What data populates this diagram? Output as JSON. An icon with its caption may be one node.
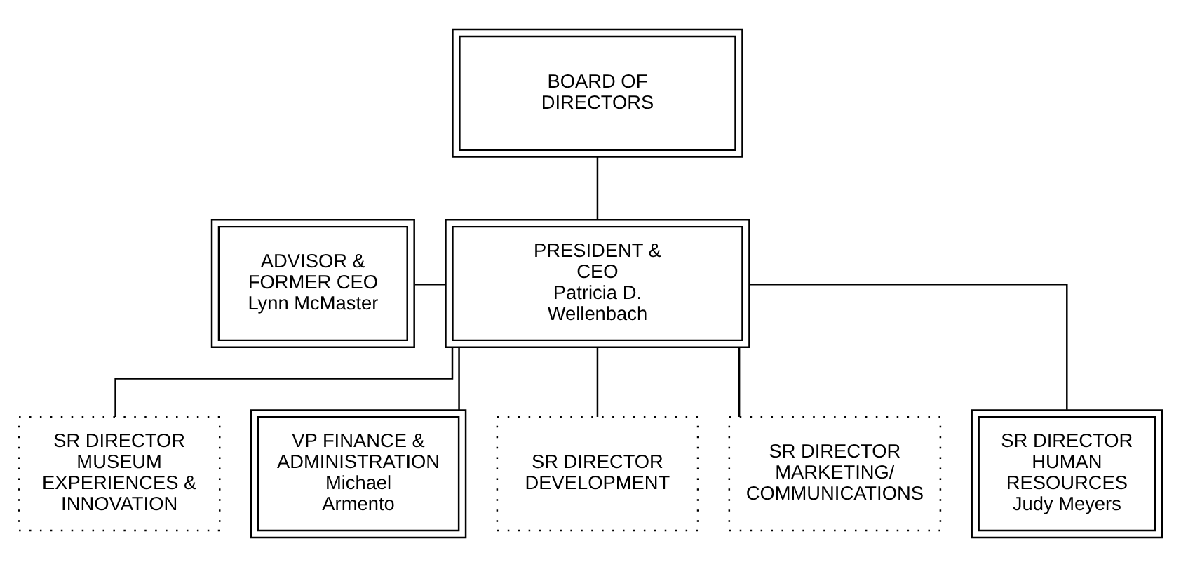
{
  "diagram": {
    "nodes": [
      {
        "text": [
          "BOARD OF DIRECTORS"
        ]
      },
      {
        "text": [
          "ADVISOR & FORMER CEO",
          "Lynn McMaster"
        ]
      },
      {
        "text": [
          "PRESIDENT & CEO",
          "Patricia D. Wellenbach"
        ]
      },
      {
        "text": [
          "SR DIRECTOR MUSEUM EXPERIENCES & INNOVATION"
        ]
      },
      {
        "text": [
          "VP FINANCE & ADMINISTRATION",
          "Michael Armento"
        ]
      },
      {
        "text": [
          "SR DIRECTOR DEVELOPMENT"
        ]
      },
      {
        "text": [
          "SR DIRECTOR MARKETING/ COMMUNICATIONS"
        ]
      },
      {
        "text": [
          "SR DIRECTOR HUMAN RESOURCES",
          "Judy Meyers"
        ]
      }
    ],
    "edges": [
      {
        "from": 0,
        "to": 2,
        "arrow": "none"
      },
      {
        "from": 1,
        "to": 2,
        "arrow": "none"
      },
      {
        "from": 2,
        "to": 3,
        "arrow": "none"
      },
      {
        "from": 2,
        "to": 4,
        "arrow": "none"
      },
      {
        "from": 2,
        "to": 5,
        "arrow": "none"
      },
      {
        "from": 2,
        "to": 6,
        "arrow": "none"
      },
      {
        "from": 2,
        "to": 7,
        "arrow": "none"
      }
    ]
  }
}
